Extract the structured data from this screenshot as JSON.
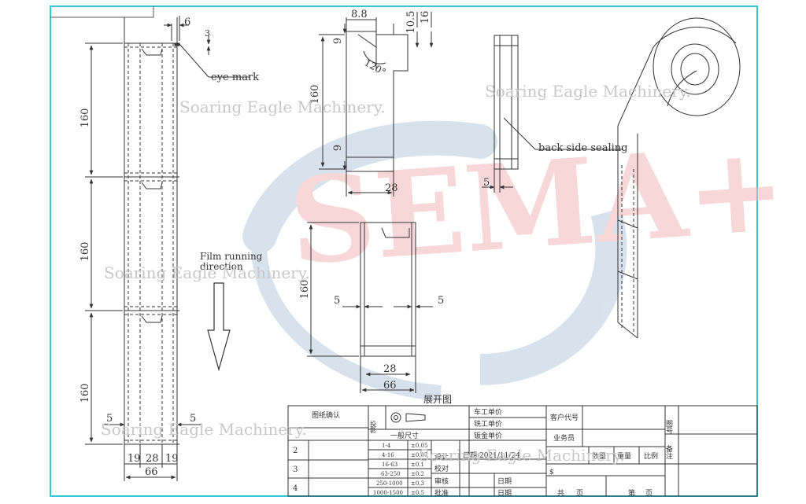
{
  "colors": {
    "frame": "#30c8d8",
    "line": "#333333",
    "watermark_text": "#c8c8c8",
    "logo_red": "#f2b8b8",
    "logo_blue": "#b8cce0"
  },
  "watermark": {
    "brand": "Soaring Eagle Machinery.",
    "logo": "SEMA+"
  },
  "strip_view": {
    "top_dim_6": "6",
    "top_dim_3": "3",
    "eye_mark": "eye mark",
    "pitch_1": "160",
    "pitch_2": "160",
    "pitch_3": "160",
    "seal_left": "5",
    "seal_right": "5",
    "w_left": "19",
    "w_mid": "28",
    "w_right": "19",
    "total_width": "66",
    "direction_label_line1": "Film running",
    "direction_label_line2": "direction"
  },
  "pouch_top": {
    "dim_8_8": "8.8",
    "dim_10_5": "10.5",
    "dim_16": "16",
    "dim_9_top": "9",
    "angle": "120°",
    "height": "160",
    "dim_9_bottom": "9",
    "width": "28"
  },
  "side_view": {
    "back_side_sealing": "back side sealing",
    "thickness": "5"
  },
  "pouch_front": {
    "height": "160",
    "seal_left": "5",
    "seal_right": "5",
    "inner_width": "28",
    "outer_width": "66",
    "layout_title": "展开图"
  },
  "title_block": {
    "drawing_confirm": "图纸确认",
    "projection": "投影",
    "general_size": "一般尺寸",
    "tolerances": [
      {
        "range": "1-4",
        "tol": "±0.05"
      },
      {
        "range": "4-16",
        "tol": "±0.07"
      },
      {
        "range": "16-63",
        "tol": "±0.1"
      },
      {
        "range": "63-250",
        "tol": "±0.2"
      },
      {
        "range": "250-1000",
        "tol": "±0.3"
      },
      {
        "range": "1000-1500",
        "tol": "±0.5"
      }
    ],
    "rows": [
      "2",
      "3",
      "4"
    ],
    "lathe_price": "车工单价",
    "mill_price": "铣工单价",
    "sheet_price": "钣金单价",
    "customer_code": "客户代号",
    "salesman": "业务员",
    "design": "设计",
    "date_label": "日期",
    "date_value": "2021/11/24",
    "check": "校对",
    "review": "审核",
    "approve": "批准",
    "date2": "日期",
    "date3": "日期",
    "quantity": "数量",
    "weight": "重量",
    "scale": "比例",
    "total": "共",
    "page": "页",
    "sheet_no": "第",
    "page2": "页",
    "drawing_no": "图号",
    "note": "备注",
    "dollar": "$"
  }
}
